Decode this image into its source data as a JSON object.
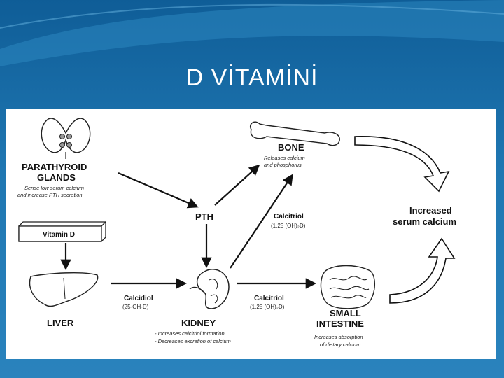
{
  "slide": {
    "title": "D VİTAMİNİ"
  },
  "colors": {
    "background": "#1c6fa8",
    "panel": "#ffffff",
    "ink": "#111111"
  },
  "diagram": {
    "parathyroid": {
      "title_line1": "PARATHYROID",
      "title_line2": "GLANDS",
      "note_line1": "Sense low serum calcium",
      "note_line2": "and increase PTH secretion"
    },
    "vitamin_d": "Vitamin D",
    "liver": "LIVER",
    "pth": "PTH",
    "bone": {
      "title": "BONE",
      "note_line1": "Releases calcium",
      "note_line2": "and phosphorus"
    },
    "calcitriol_upper": {
      "name": "Calcitriol",
      "formula": "(1,25 (OH)₂D)"
    },
    "calcidiol": {
      "name": "Calcidiol",
      "formula": "(25-OH-D)"
    },
    "kidney": {
      "title": "KIDNEY",
      "note_line1": "- Increases calcitriol formation",
      "note_line2": "- Decreases excretion of calcium"
    },
    "calcitriol_lower": {
      "name": "Calcitriol",
      "formula": "(1,25 (OH)₂D)"
    },
    "intestine": {
      "title_line1": "SMALL",
      "title_line2": "INTESTINE",
      "note_line1": "Increases absorption",
      "note_line2": "of dietary calcium"
    },
    "result": {
      "line1": "Increased",
      "line2": "serum calcium"
    }
  }
}
